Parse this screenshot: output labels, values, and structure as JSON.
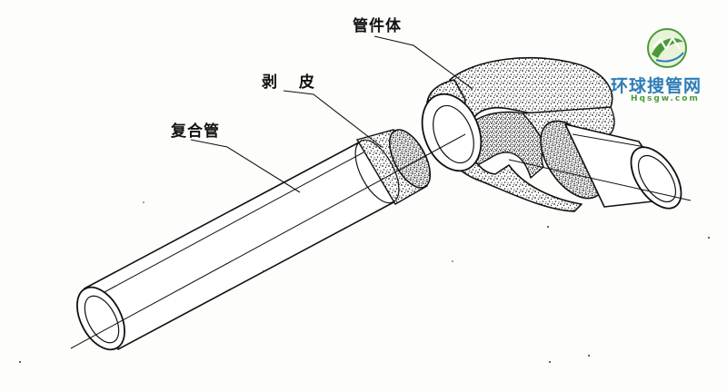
{
  "labels": {
    "fitting_body": "管件体",
    "stripped_skin": "剥 皮",
    "composite_pipe": "复合管"
  },
  "watermark": {
    "name_cn": "环球搜管网",
    "name_en": "Hqsgw.com",
    "icon": "globe-logo-icon",
    "colors": {
      "primary": "#2e7db8",
      "secondary": "#4a9a3a"
    }
  }
}
